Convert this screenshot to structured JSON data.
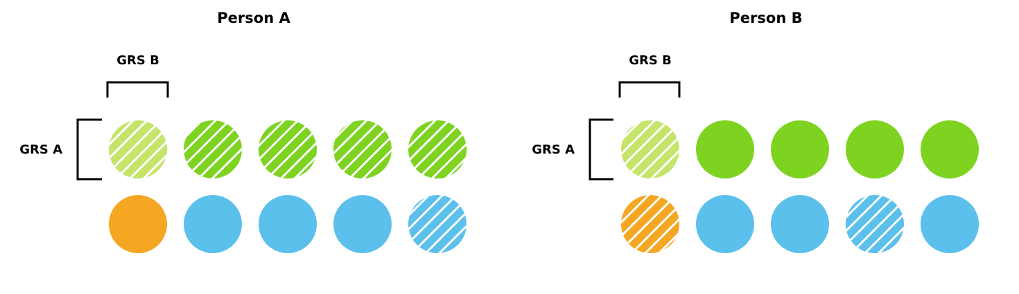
{
  "colors": {
    "green": "#7ED321",
    "light_green": "#C5E46A",
    "orange": "#F5A623",
    "blue": "#5BC0EB",
    "bracket": "#000000"
  },
  "panels": [
    {
      "title": "Person A",
      "grs_b_label": "GRS B",
      "grs_a_label": "GRS A",
      "rows": [
        [
          {
            "color": "light_green",
            "hatched": true
          },
          {
            "color": "green",
            "hatched": true
          },
          {
            "color": "green",
            "hatched": true
          },
          {
            "color": "green",
            "hatched": true
          },
          {
            "color": "green",
            "hatched": true
          }
        ],
        [
          {
            "color": "orange",
            "hatched": false
          },
          {
            "color": "blue",
            "hatched": false
          },
          {
            "color": "blue",
            "hatched": false
          },
          {
            "color": "blue",
            "hatched": false
          },
          {
            "color": "blue",
            "hatched": true
          }
        ]
      ]
    },
    {
      "title": "Person B",
      "grs_b_label": "GRS B",
      "grs_a_label": "GRS A",
      "rows": [
        [
          {
            "color": "light_green",
            "hatched": true
          },
          {
            "color": "green",
            "hatched": false
          },
          {
            "color": "green",
            "hatched": false
          },
          {
            "color": "green",
            "hatched": false
          },
          {
            "color": "green",
            "hatched": false
          }
        ],
        [
          {
            "color": "orange",
            "hatched": true
          },
          {
            "color": "blue",
            "hatched": false
          },
          {
            "color": "blue",
            "hatched": false
          },
          {
            "color": "blue",
            "hatched": true
          },
          {
            "color": "blue",
            "hatched": false
          }
        ]
      ]
    }
  ]
}
